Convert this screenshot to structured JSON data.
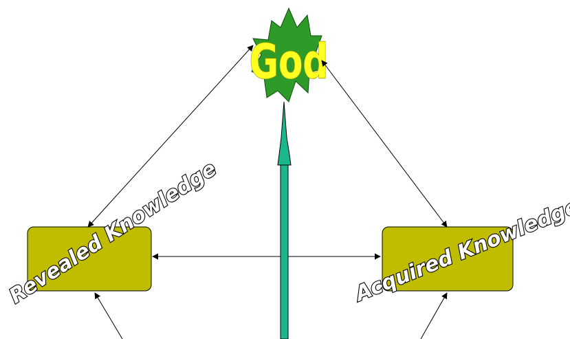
{
  "diagram": {
    "top_node": "God",
    "left_node": "Revealed Knowledge",
    "right_node": "Acquired Knowledge"
  },
  "colors": {
    "box_fill": "#c0bd00",
    "box_stroke": "#000000",
    "star_fill": "#2e9a28",
    "god_text": "#ffff22",
    "center_arrow": "#1bb78c",
    "line": "#000000",
    "background": "#ffffff"
  }
}
